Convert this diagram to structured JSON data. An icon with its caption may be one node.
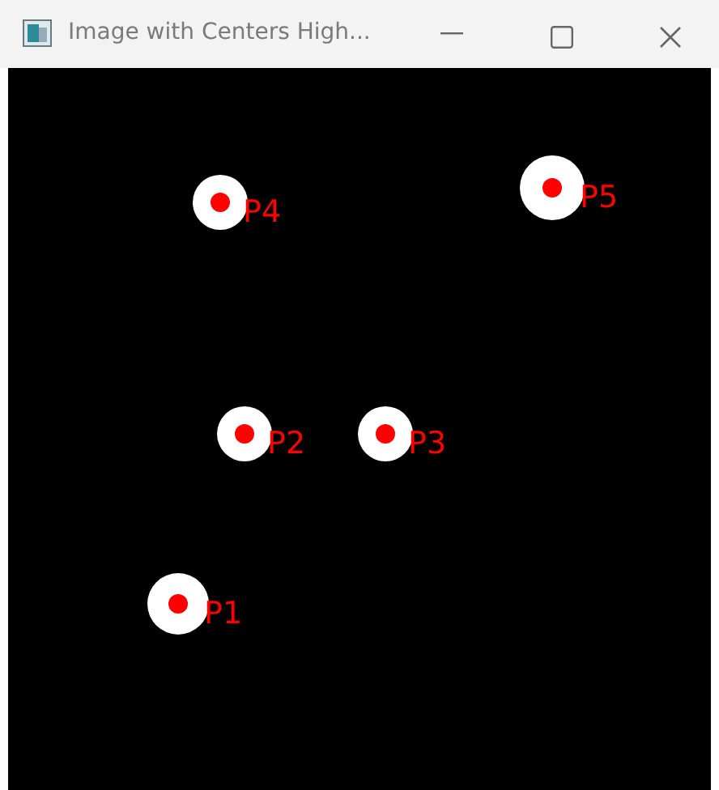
{
  "diagram": {
    "nodes": [
      {
        "text": [],
        "shape": "circle",
        "beside": [
          "P5"
        ]
      },
      {
        "text": [],
        "shape": "circle",
        "beside": [
          "P4"
        ]
      },
      {
        "text": [],
        "shape": "circle",
        "beside": [
          "P2"
        ]
      },
      {
        "text": [],
        "shape": "circle",
        "beside": [
          "P3"
        ]
      },
      {
        "text": [],
        "shape": "circle",
        "beside": [
          "P1"
        ]
      }
    ],
    "labels": [
      "Image with Centers High..."
    ]
  }
}
